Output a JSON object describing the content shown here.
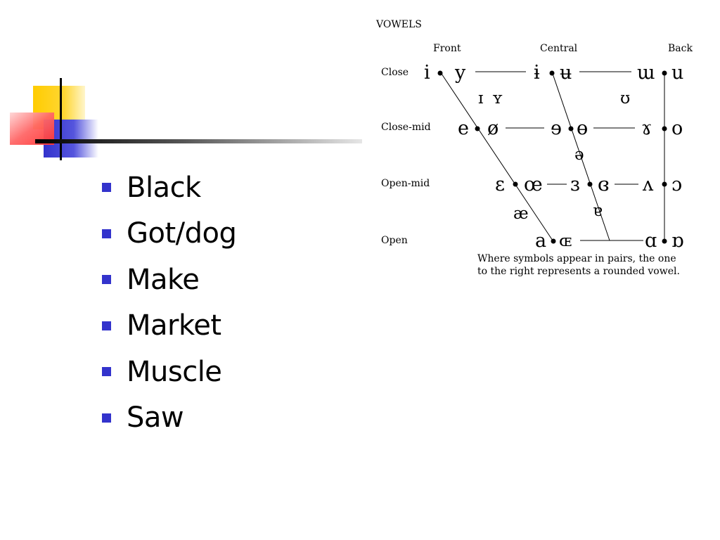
{
  "slide": {
    "bullets": [
      "Black",
      "Got/dog",
      "Make",
      "Market",
      "Muscle",
      "Saw"
    ]
  },
  "vowel_chart": {
    "title": "VOWELS",
    "columns": {
      "front": "Front",
      "central": "Central",
      "back": "Back"
    },
    "rows": {
      "close": "Close",
      "close_mid": "Close-mid",
      "open_mid": "Open-mid",
      "open": "Open"
    },
    "symbols": {
      "close_front_unrounded": "i",
      "close_front_rounded": "y",
      "close_central_unrounded": "ɨ",
      "close_central_rounded": "ʉ",
      "close_back_unrounded": "ɯ",
      "close_back_rounded": "u",
      "near_close_front_unrounded": "ɪ",
      "near_close_front_rounded": "ʏ",
      "near_close_back_rounded": "ʊ",
      "close_mid_front_unrounded": "e",
      "close_mid_front_rounded": "ø",
      "close_mid_central_unrounded": "ɘ",
      "close_mid_central_rounded": "ɵ",
      "close_mid_back_unrounded": "ɤ",
      "close_mid_back_rounded": "o",
      "mid_central": "ə",
      "open_mid_front_unrounded": "ɛ",
      "open_mid_front_rounded": "œ",
      "open_mid_central_unrounded": "ɜ",
      "open_mid_central_rounded": "ɞ",
      "open_mid_back_unrounded": "ʌ",
      "open_mid_back_rounded": "ɔ",
      "near_open_front_unrounded": "æ",
      "near_open_central": "ɐ",
      "open_front_unrounded": "a",
      "open_front_rounded": "ɶ",
      "open_back_unrounded": "ɑ",
      "open_back_rounded": "ɒ"
    },
    "note_line1": "Where symbols appear in pairs, the one",
    "note_line2": "to the right represents a rounded vowel."
  }
}
